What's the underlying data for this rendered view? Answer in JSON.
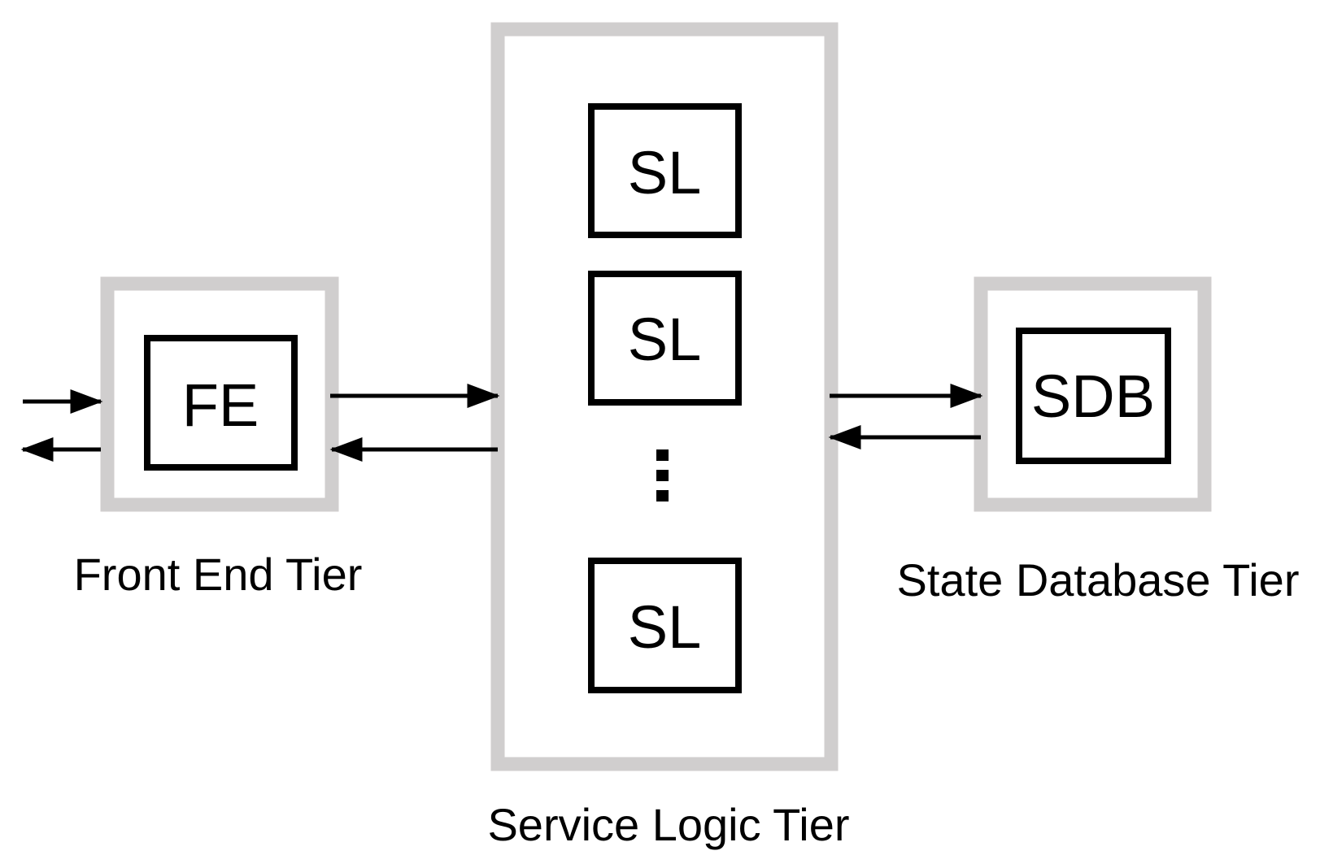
{
  "tiers": {
    "front_end": {
      "label": "Front End Tier",
      "node": "FE"
    },
    "service_logic": {
      "label": "Service Logic Tier",
      "nodes": [
        "SL",
        "SL",
        "SL"
      ]
    },
    "state_database": {
      "label": "State Database Tier",
      "node": "SDB"
    }
  },
  "colors": {
    "tier_frame": "#d0cece",
    "node_border": "#000000"
  }
}
